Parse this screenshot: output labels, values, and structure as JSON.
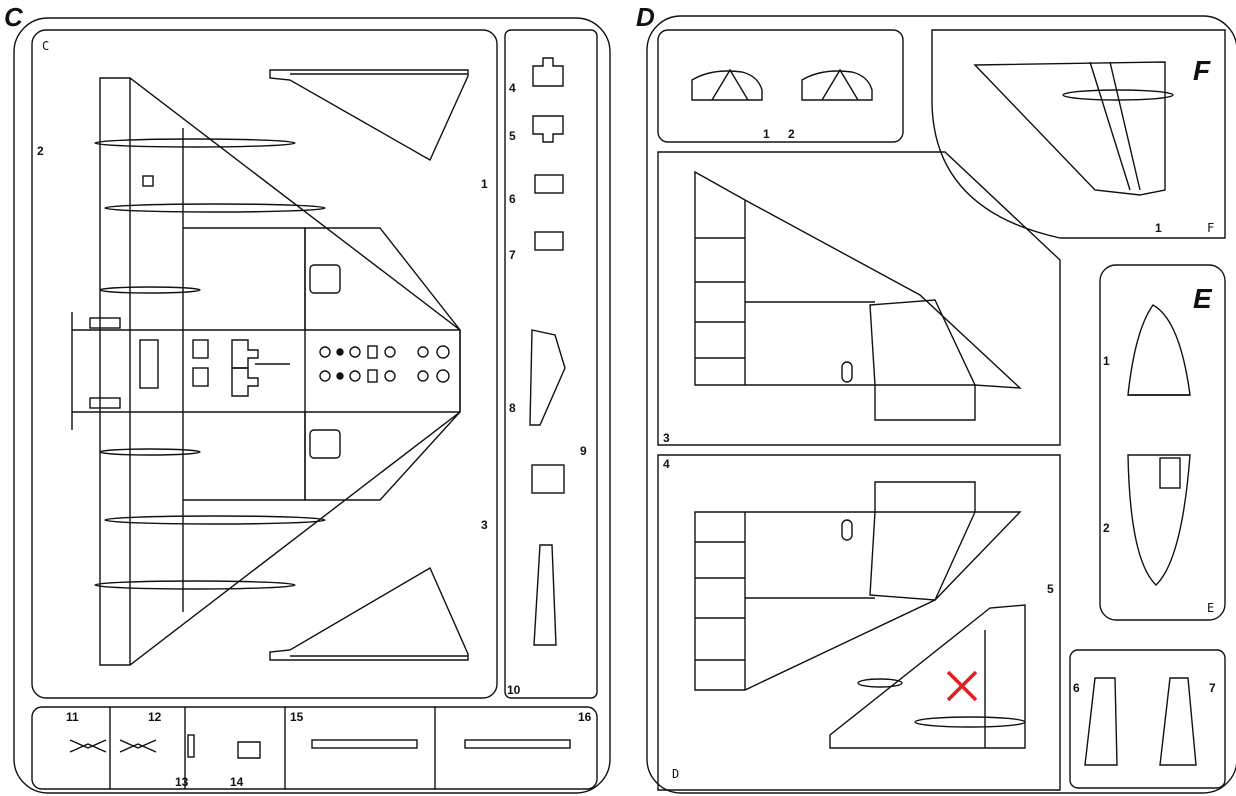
{
  "sheets": [
    {
      "letter": "C",
      "frame_mark": "C",
      "part_numbers": [
        "1",
        "2",
        "3",
        "4",
        "5",
        "6",
        "7",
        "8",
        "9",
        "10",
        "11",
        "12",
        "13",
        "14",
        "15",
        "16"
      ]
    },
    {
      "letter": "D",
      "frame_mark": "D",
      "part_numbers": [
        "1",
        "2",
        "3",
        "4",
        "5",
        "6",
        "7"
      ]
    }
  ],
  "sub_sprues": [
    {
      "letter": "F",
      "frame_mark": "F",
      "part_numbers": [
        "1"
      ]
    },
    {
      "letter": "E",
      "frame_mark": "E",
      "part_numbers": [
        "1",
        "2"
      ]
    }
  ],
  "markers": {
    "rejected_part": "x-mark",
    "color": "#e02020"
  }
}
